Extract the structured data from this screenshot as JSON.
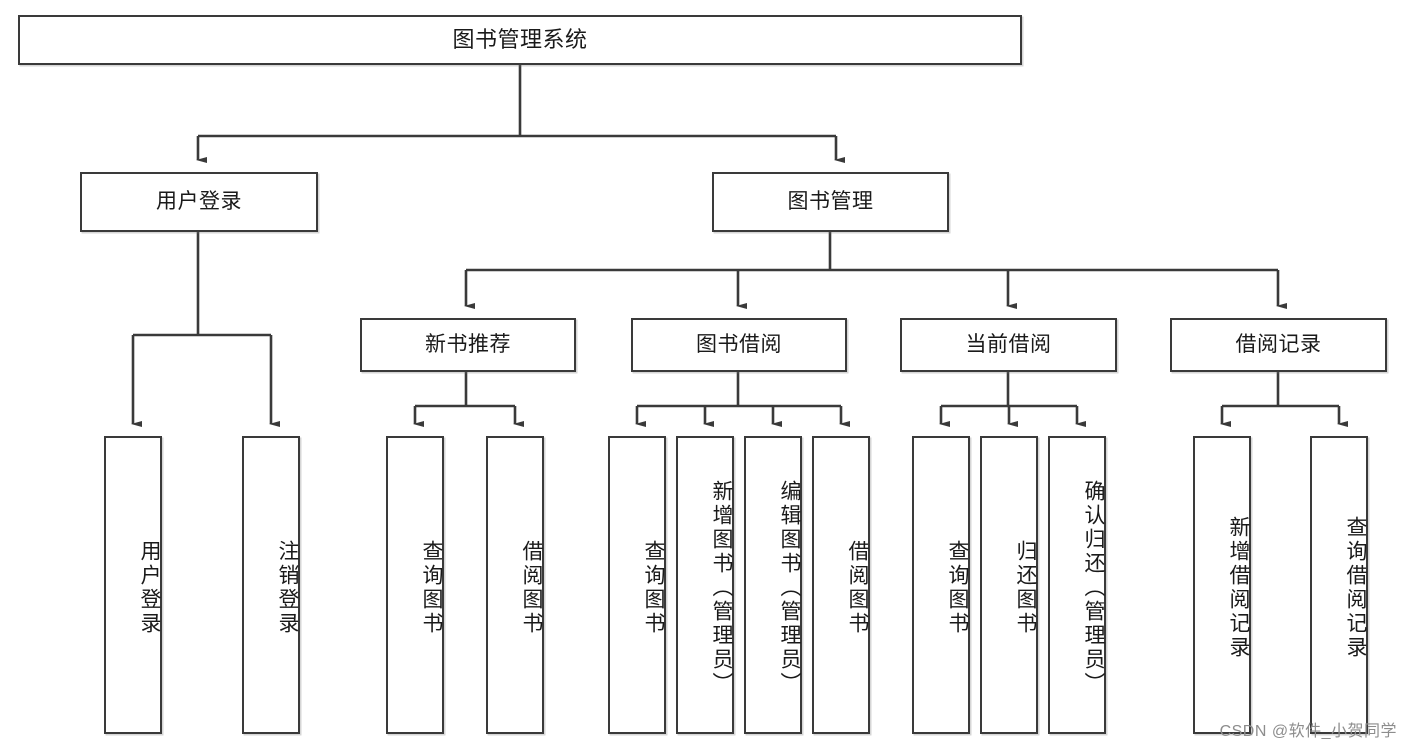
{
  "diagram": {
    "title": "图书管理系统",
    "type": "tree-hierarchy-chart",
    "watermark": "CSDN @软件_小贺同学",
    "colors": {
      "stroke": "#3a3a3a",
      "fill": "#ffffff",
      "text": "#1a1a1a",
      "watermark": "#8d8d8d"
    },
    "levels": {
      "root": {
        "label": "图书管理系统"
      },
      "level2": [
        {
          "label": "用户登录"
        },
        {
          "label": "图书管理"
        }
      ],
      "level3": [
        {
          "label": "新书推荐"
        },
        {
          "label": "图书借阅"
        },
        {
          "label": "当前借阅"
        },
        {
          "label": "借阅记录"
        }
      ],
      "leaves": [
        {
          "label": "用户登录",
          "parent": "用户登录"
        },
        {
          "label": "注销登录",
          "parent": "用户登录"
        },
        {
          "label": "查询图书",
          "parent": "新书推荐"
        },
        {
          "label": "借阅图书",
          "parent": "新书推荐"
        },
        {
          "label": "查询图书",
          "parent": "图书借阅"
        },
        {
          "label": "新增图书（管理员）",
          "parent": "图书借阅"
        },
        {
          "label": "编辑图书（管理员）",
          "parent": "图书借阅"
        },
        {
          "label": "借阅图书",
          "parent": "图书借阅"
        },
        {
          "label": "查询图书",
          "parent": "当前借阅"
        },
        {
          "label": "归还图书",
          "parent": "当前借阅"
        },
        {
          "label": "确认归还（管理员）",
          "parent": "当前借阅"
        },
        {
          "label": "新增借阅记录",
          "parent": "借阅记录"
        },
        {
          "label": "查询借阅记录",
          "parent": "借阅记录"
        }
      ]
    }
  }
}
